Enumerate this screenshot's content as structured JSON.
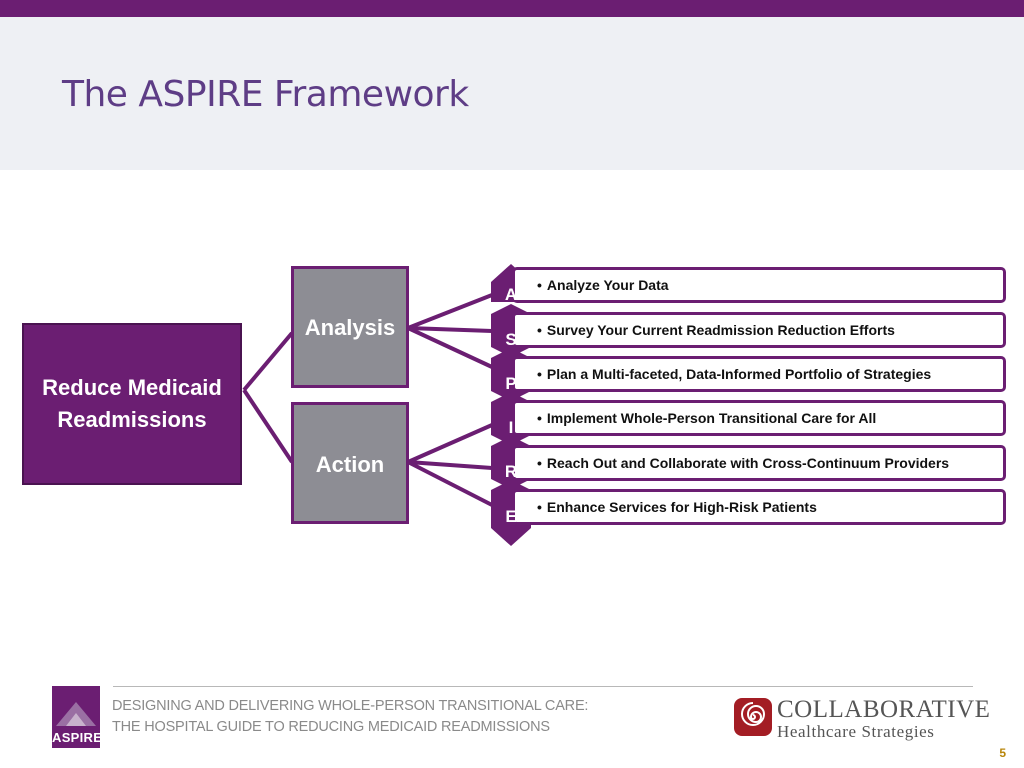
{
  "slide": {
    "title": "The ASPIRE Framework",
    "page_number": "5"
  },
  "diagram": {
    "root": "Reduce Medicaid Readmissions",
    "root_lines": [
      "Reduce Medicaid",
      "Readmissions"
    ],
    "branches": [
      {
        "label": "Analysis",
        "steps": [
          "A",
          "S",
          "P"
        ]
      },
      {
        "label": "Action",
        "steps": [
          "I",
          "R",
          "E"
        ]
      }
    ],
    "steps": [
      {
        "letter": "A",
        "text": "Analyze Your Data"
      },
      {
        "letter": "S",
        "text": "Survey Your Current Readmission Reduction Efforts"
      },
      {
        "letter": "P",
        "text": "Plan a Multi-faceted, Data-Informed Portfolio of Strategies"
      },
      {
        "letter": "I",
        "text": "Implement Whole-Person Transitional Care for All"
      },
      {
        "letter": "R",
        "text": "Reach Out and Collaborate with Cross-Continuum Providers"
      },
      {
        "letter": "E",
        "text": "Enhance Services for High-Risk Patients"
      }
    ],
    "bullet": "•"
  },
  "footer": {
    "logo_text": "ASPIRE",
    "line1": "DESIGNING AND DELIVERING WHOLE-PERSON TRANSITIONAL CARE:",
    "line2": "THE HOSPITAL GUIDE TO REDUCING MEDICAID READMISSIONS",
    "partner_name_line1": "COLLABORATIVE",
    "partner_name_line2": "Healthcare Strategies"
  },
  "colors": {
    "brand_purple": "#6b1e72",
    "box_gray": "#8d8d94",
    "header_bg": "#eef0f4",
    "title_color": "#5e3d86",
    "partner_red": "#a31d24"
  }
}
